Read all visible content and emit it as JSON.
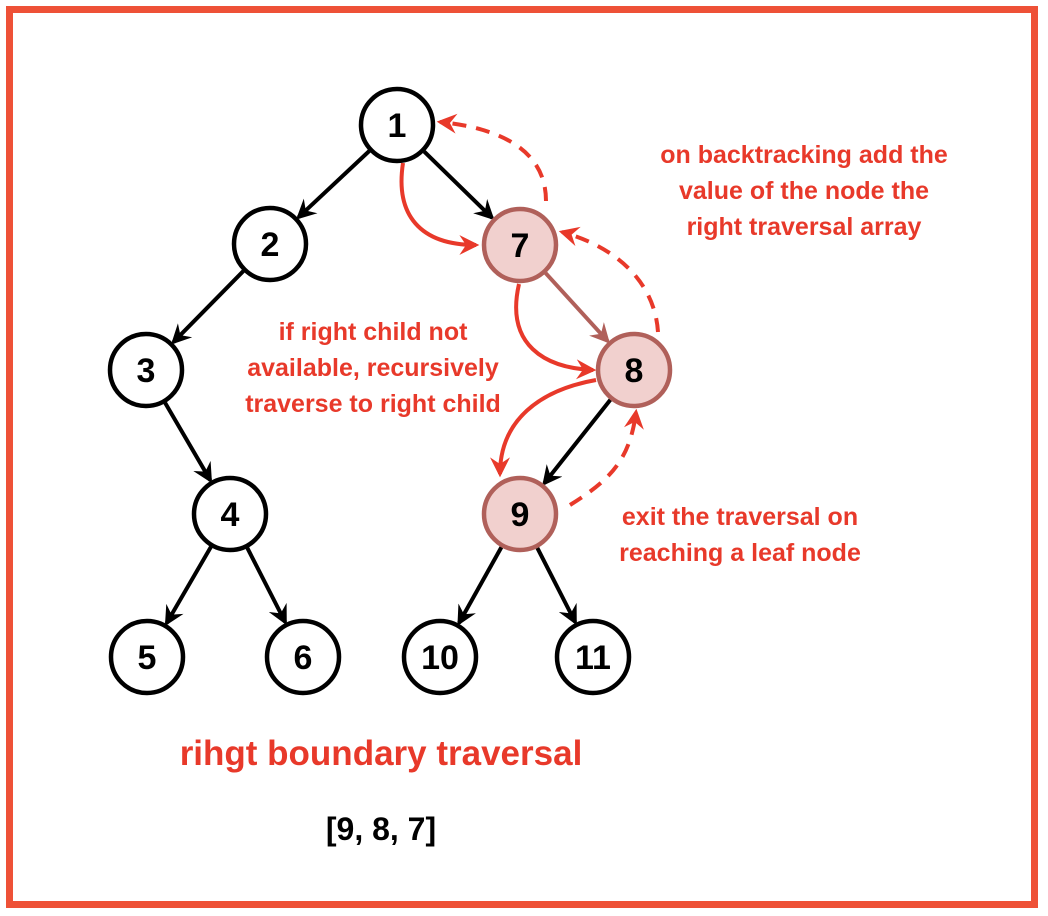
{
  "colors": {
    "frame": "#EE5137",
    "accent_red": "#E8392A",
    "highlight_fill": "#F1D0CE",
    "highlight_stroke": "#B0605A",
    "edge": "#000000"
  },
  "nodes": [
    {
      "id": "1",
      "label": "1",
      "highlighted": false
    },
    {
      "id": "2",
      "label": "2",
      "highlighted": false
    },
    {
      "id": "3",
      "label": "3",
      "highlighted": false
    },
    {
      "id": "4",
      "label": "4",
      "highlighted": false
    },
    {
      "id": "5",
      "label": "5",
      "highlighted": false
    },
    {
      "id": "6",
      "label": "6",
      "highlighted": false
    },
    {
      "id": "7",
      "label": "7",
      "highlighted": true
    },
    {
      "id": "8",
      "label": "8",
      "highlighted": true
    },
    {
      "id": "9",
      "label": "9",
      "highlighted": true
    },
    {
      "id": "10",
      "label": "10",
      "highlighted": false
    },
    {
      "id": "11",
      "label": "11",
      "highlighted": false
    }
  ],
  "edges": [
    {
      "from": "1",
      "to": "2",
      "style": "tree"
    },
    {
      "from": "1",
      "to": "7",
      "style": "tree"
    },
    {
      "from": "2",
      "to": "3",
      "style": "tree"
    },
    {
      "from": "3",
      "to": "4",
      "style": "tree"
    },
    {
      "from": "4",
      "to": "5",
      "style": "tree"
    },
    {
      "from": "4",
      "to": "6",
      "style": "tree"
    },
    {
      "from": "7",
      "to": "8",
      "style": "tree-highlight"
    },
    {
      "from": "8",
      "to": "9",
      "style": "tree"
    },
    {
      "from": "9",
      "to": "10",
      "style": "tree"
    },
    {
      "from": "9",
      "to": "11",
      "style": "tree"
    }
  ],
  "traversal_arrows": [
    {
      "from": "1",
      "to": "7",
      "style": "forward"
    },
    {
      "from": "7",
      "to": "8",
      "style": "forward"
    },
    {
      "from": "8",
      "to": "9",
      "style": "forward"
    },
    {
      "from": "9",
      "to": "8",
      "style": "backtrack"
    },
    {
      "from": "8",
      "to": "7",
      "style": "backtrack"
    },
    {
      "from": "7",
      "to": "1",
      "style": "backtrack"
    }
  ],
  "annotations": {
    "backtracking": [
      "on backtracking add the",
      "value of the node the",
      "right traversal array"
    ],
    "recursive": [
      "if right child not",
      "available, recursively",
      "traverse to right child"
    ],
    "exit": [
      "exit the traversal on",
      "reaching a leaf node"
    ]
  },
  "title": "rihgt boundary traversal",
  "result": "[9, 8, 7]"
}
